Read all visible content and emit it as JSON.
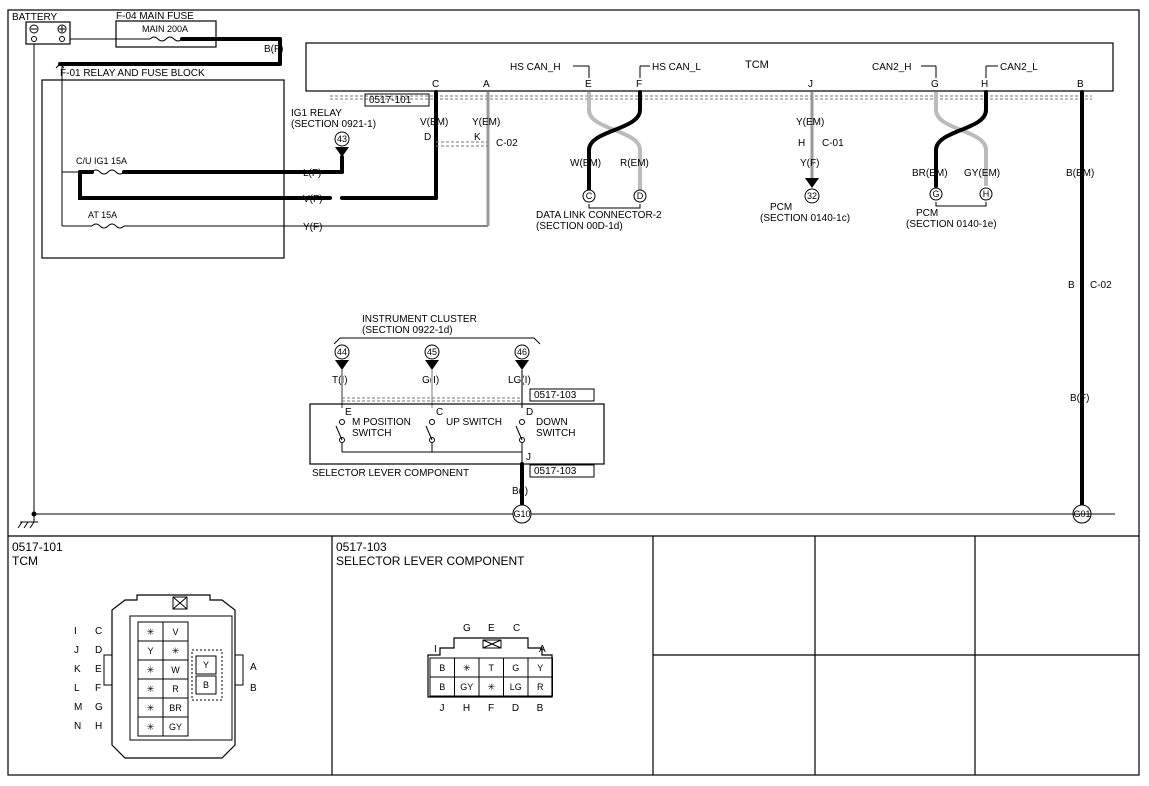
{
  "top_labels": {
    "battery": "BATTERY",
    "main_fuse_title": "F-04  MAIN FUSE",
    "main_fuse": "MAIN 200A",
    "relay_block": "F-01  RELAY AND FUSE BLOCK",
    "bf_top": "B(F)",
    "tcm": "TCM",
    "ig1_relay": "IG1 RELAY",
    "ig1_section": "(SECTION 0921-1)",
    "cu_ig1": "C/U IG1 15A",
    "at15": "AT 15A",
    "lf": "L(F)",
    "vf": "V(F)",
    "yf": "Y(F)",
    "conn_101": "0517-101",
    "conn_103": "0517-103",
    "conn_103b": "0517-103"
  },
  "tcm_pins": {
    "C": "C",
    "A": "A",
    "E": "E",
    "F": "F",
    "J": "J",
    "G": "G",
    "H": "H",
    "B": "B"
  },
  "wires": {
    "hs_can_h": "HS CAN_H",
    "hs_can_l": "HS CAN_L",
    "can2_h": "CAN2_H",
    "can2_l": "CAN2_L",
    "v_em": "V(EM)",
    "y_em": "Y(EM)",
    "d_pin": "D",
    "k_pin": "K",
    "c02": "C-02",
    "w_em": "W(EM)",
    "r_em": "R(EM)",
    "y_em2": "Y(EM)",
    "h_pin": "H",
    "c01": "C-01",
    "y_f2": "Y(F)",
    "br_em": "BR(EM)",
    "gy_em": "GY(EM)",
    "b_em": "B(EM)",
    "b_pin": "B",
    "c02b": "C-02",
    "b_f": "B(F)",
    "dlc": "DATA LINK CONNECTOR-2",
    "dlc_section": "(SECTION 00D-1d)",
    "pcm1": "PCM",
    "pcm1_section": "(SECTION 0140-1c)",
    "pcm2": "PCM",
    "pcm2_section": "(SECTION 0140-1e)"
  },
  "circles": {
    "c43": "43",
    "cC": "C",
    "cD": "D",
    "c32": "32",
    "cG": "G",
    "cH": "H",
    "c44": "44",
    "c45": "45",
    "c46": "46",
    "g10": "G10",
    "g01": "G01"
  },
  "cluster": {
    "title": "INSTRUMENT CLUSTER",
    "section": "(SECTION 0922-1d)",
    "t_i": "T(I)",
    "g_i": "G(I)",
    "lg_i": "LG(I)",
    "pin_e": "E",
    "pin_c": "C",
    "pin_d": "D",
    "pin_j": "J",
    "m_pos": "M POSITION",
    "switch1": "SWITCH",
    "up_switch": "UP SWITCH",
    "down": "DOWN",
    "switch2": "SWITCH",
    "selector": "SELECTOR LEVER COMPONENT",
    "b_i": "B(I)"
  },
  "bottom": {
    "tcm_id": "0517-101",
    "tcm_name": "TCM",
    "sel_id": "0517-103",
    "sel_name": "SELECTOR LEVER COMPONENT",
    "tcm_left_rows": [
      [
        "I",
        "C"
      ],
      [
        "J",
        "D"
      ],
      [
        "K",
        "E"
      ],
      [
        "L",
        "F"
      ],
      [
        "M",
        "G"
      ],
      [
        "N",
        "H"
      ]
    ],
    "tcm_right": [
      "A",
      "B"
    ],
    "tcm_grid": [
      [
        "✳",
        "V"
      ],
      [
        "Y",
        "✳"
      ],
      [
        "✳",
        "W"
      ],
      [
        "✳",
        "R"
      ],
      [
        "✳",
        "BR"
      ],
      [
        "✳",
        "GY"
      ]
    ],
    "tcm_side": [
      "Y",
      "B"
    ],
    "sel_top_labels": [
      "G",
      "E",
      "C"
    ],
    "sel_i": "I",
    "sel_a": "A",
    "sel_row1": [
      "B",
      "✳",
      "T",
      "G",
      "Y"
    ],
    "sel_row2": [
      "B",
      "GY",
      "✳",
      "LG",
      "R"
    ],
    "sel_bottom_labels": [
      "J",
      "H",
      "F",
      "D",
      "B"
    ]
  }
}
